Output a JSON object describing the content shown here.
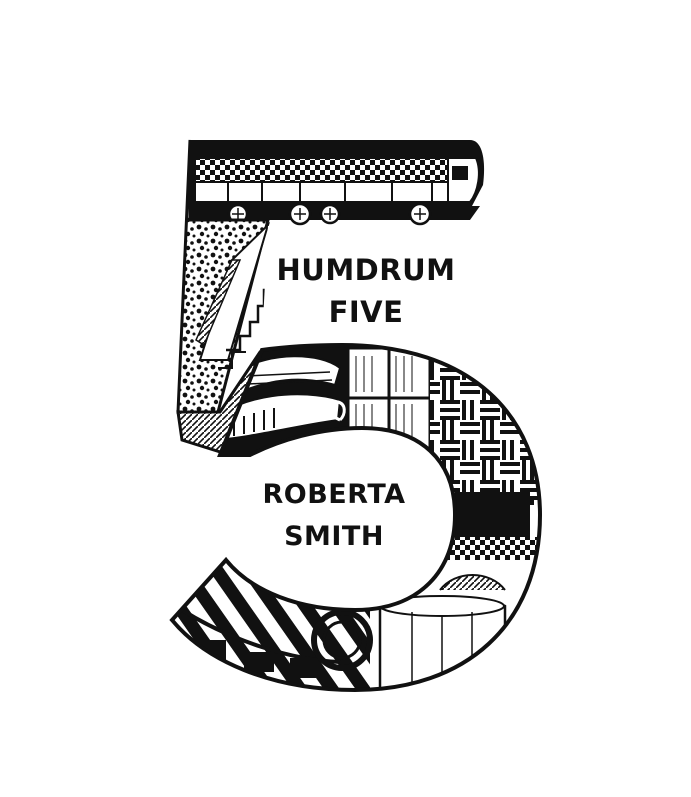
{
  "cover": {
    "title_line1": "HUMDRUM",
    "title_line2": "FIVE",
    "author_line1": "ROBERTA",
    "author_line2": "SMITH"
  },
  "colors": {
    "ink": "#111111",
    "paper": "#ffffff"
  },
  "illustration": {
    "shape": "numeral-five",
    "motifs": [
      "train-icon",
      "staircase-icon",
      "shoe-icon",
      "umbrella-icon",
      "window-icon",
      "parquet-floor-pattern",
      "tube-carriage-icon",
      "cake-icon"
    ]
  }
}
